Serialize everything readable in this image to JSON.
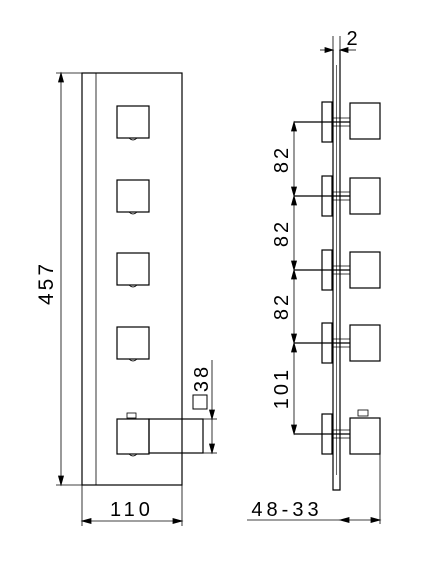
{
  "front_view": {
    "height_label": "457",
    "width_label": "110",
    "knob_size_label": "38"
  },
  "side_view": {
    "plate_thickness_label": "2",
    "spacing_labels": [
      "82",
      "82",
      "82",
      "101"
    ],
    "depth_label": "48-33"
  },
  "colors": {
    "line": "#000000",
    "background": "#ffffff"
  }
}
